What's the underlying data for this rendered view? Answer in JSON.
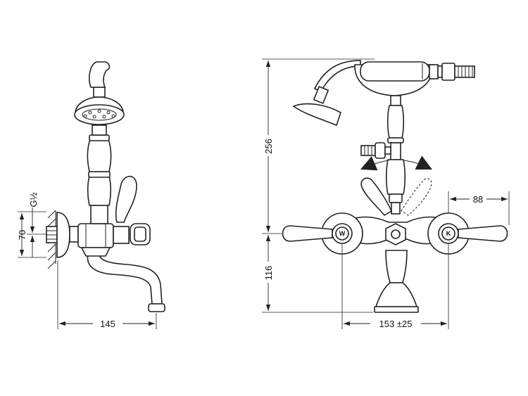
{
  "side_view": {
    "dim_width": "145",
    "dim_height": "70",
    "thread": "G½"
  },
  "front_view": {
    "dim_height_top": "256",
    "dim_height_bottom": "116",
    "dim_spacing": "153 ±25",
    "dim_handle": "88",
    "hot_mark": "W",
    "cold_mark": "K"
  }
}
